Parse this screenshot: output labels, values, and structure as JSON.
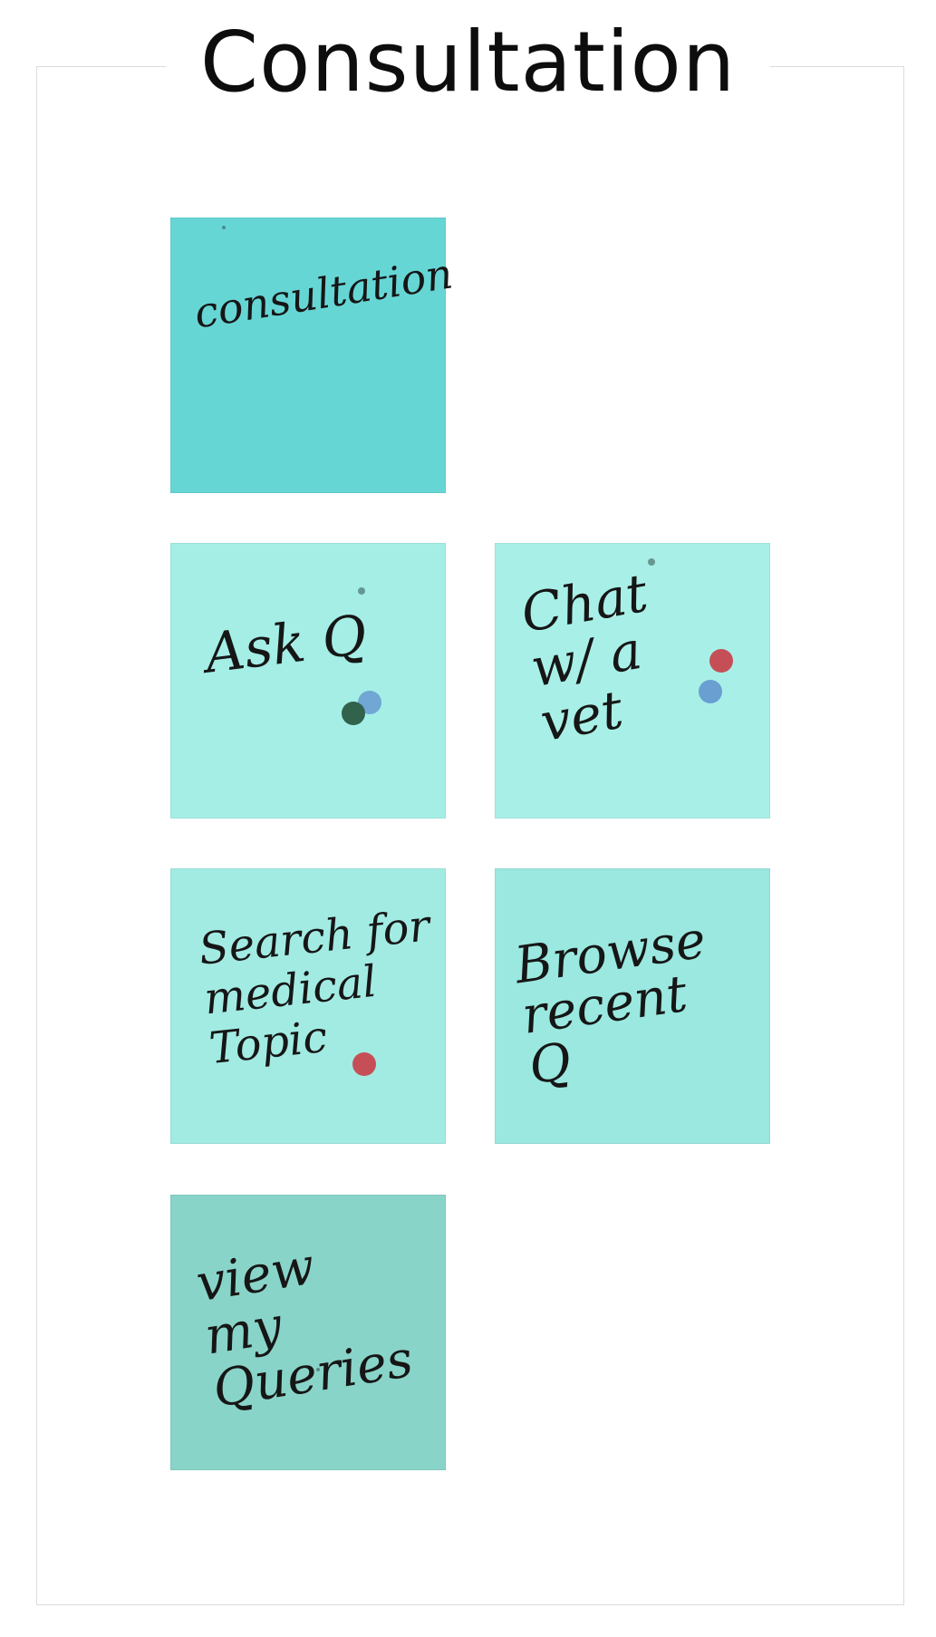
{
  "board": {
    "title": "Consultation"
  },
  "notes": [
    {
      "text": "consultation",
      "color": "#66d6d5",
      "dots": []
    },
    {
      "text": "Ask Q",
      "color": "#a4eee6",
      "dots": [
        {
          "color": "#31624b",
          "name": "green-dot"
        },
        {
          "color": "#6a9fd2",
          "name": "blue-dot"
        }
      ]
    },
    {
      "text": "Chat w/ a vet",
      "color": "#a8f0e7",
      "dots": [
        {
          "color": "#c64f57",
          "name": "red-dot"
        },
        {
          "color": "#6a9fd2",
          "name": "blue-dot"
        }
      ]
    },
    {
      "text": "Search for medical Topic",
      "color": "#a2ebe3",
      "dots": [
        {
          "color": "#c64f57",
          "name": "red-dot"
        }
      ]
    },
    {
      "text": "Browse recent Q",
      "color": "#9ae8df",
      "dots": []
    },
    {
      "text": "view my Queries",
      "color": "#89d4c8",
      "dots": []
    }
  ]
}
